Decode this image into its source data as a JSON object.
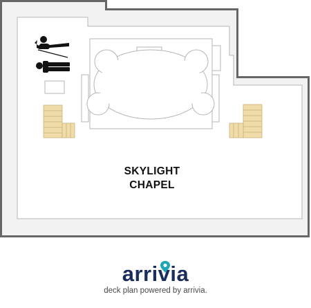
{
  "map": {
    "room": {
      "line1": "SKYLIGHT",
      "line2": "CHAPEL"
    },
    "icons": [
      "restroom-icon",
      "stairs-icon"
    ]
  },
  "branding": {
    "logo_text": "arrivia",
    "tagline": "deck plan powered by arrivia."
  },
  "colors": {
    "stairs": "#efdca8",
    "wall": "#666666",
    "floor": "#f2f2f2",
    "logo": "#1b2d5b",
    "logo_accent": "#1aa6b7"
  }
}
